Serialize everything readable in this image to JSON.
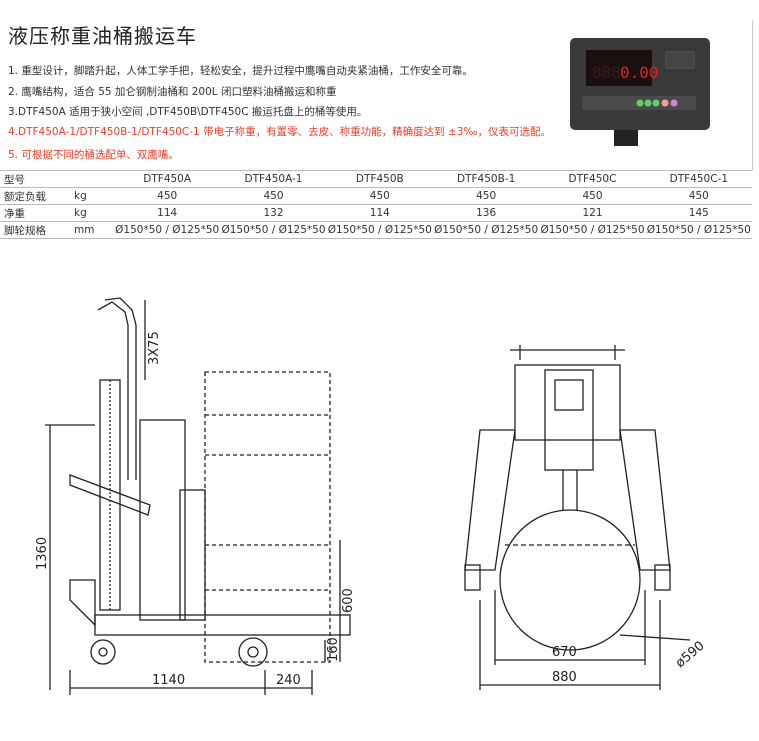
{
  "title": "液压称重油桶搬运车",
  "features": [
    {
      "text": "1. 重型设计，脚踏升起，人体工学手把，轻松安全，提升过程中鹰嘴自动夹紧油桶，工作安全可靠。",
      "color": "#333333"
    },
    {
      "text": "2. 鹰嘴结构，适合 55 加仑钢制油桶和 200L 闭口塑料油桶搬运和称重",
      "color": "#333333"
    },
    {
      "text": "3.DTF450A 适用于狭小空间 ,DTF450B\\DTF450C 搬运托盘上的桶等使用。",
      "color": "#333333"
    },
    {
      "text": "4.DTF450A-1/DTF450B-1/DTF450C-1 带电子称重，有置零、去皮、称重功能，精确度达到 ±3‰，仪表可选配。",
      "color": "#e8402a"
    },
    {
      "text": "5. 可根据不同的桶选配单、双鹰嘴。",
      "color": "#e8402a"
    }
  ],
  "scale_display": {
    "value": "0.00"
  },
  "spec_table": {
    "header": {
      "label": "型号",
      "unit": "",
      "values": [
        "DTF450A",
        "DTF450A-1",
        "DTF450B",
        "DTF450B-1",
        "DTF450C",
        "DTF450C-1"
      ]
    },
    "rows": [
      {
        "label": "额定负载",
        "unit": "kg",
        "values": [
          "450",
          "450",
          "450",
          "450",
          "450",
          "450"
        ]
      },
      {
        "label": "净重",
        "unit": "kg",
        "values": [
          "114",
          "132",
          "114",
          "136",
          "121",
          "145"
        ]
      },
      {
        "label": "脚轮规格",
        "unit": "mm",
        "values": [
          "Ø150*50 / Ø125*50",
          "Ø150*50 / Ø125*50",
          "Ø150*50 / Ø125*50",
          "Ø150*50 / Ø125*50",
          "Ø150*50 / Ø125*50",
          "Ø150*50 / Ø125*50"
        ]
      }
    ]
  },
  "side_view": {
    "dims": {
      "lift_step": "3X75",
      "height": "1360",
      "drum_height": "600",
      "base_height": "160",
      "length": "1140",
      "front": "240"
    }
  },
  "front_view": {
    "dims": {
      "inner_width": "670",
      "outer_width": "880",
      "drum_diameter": "ø590"
    }
  }
}
